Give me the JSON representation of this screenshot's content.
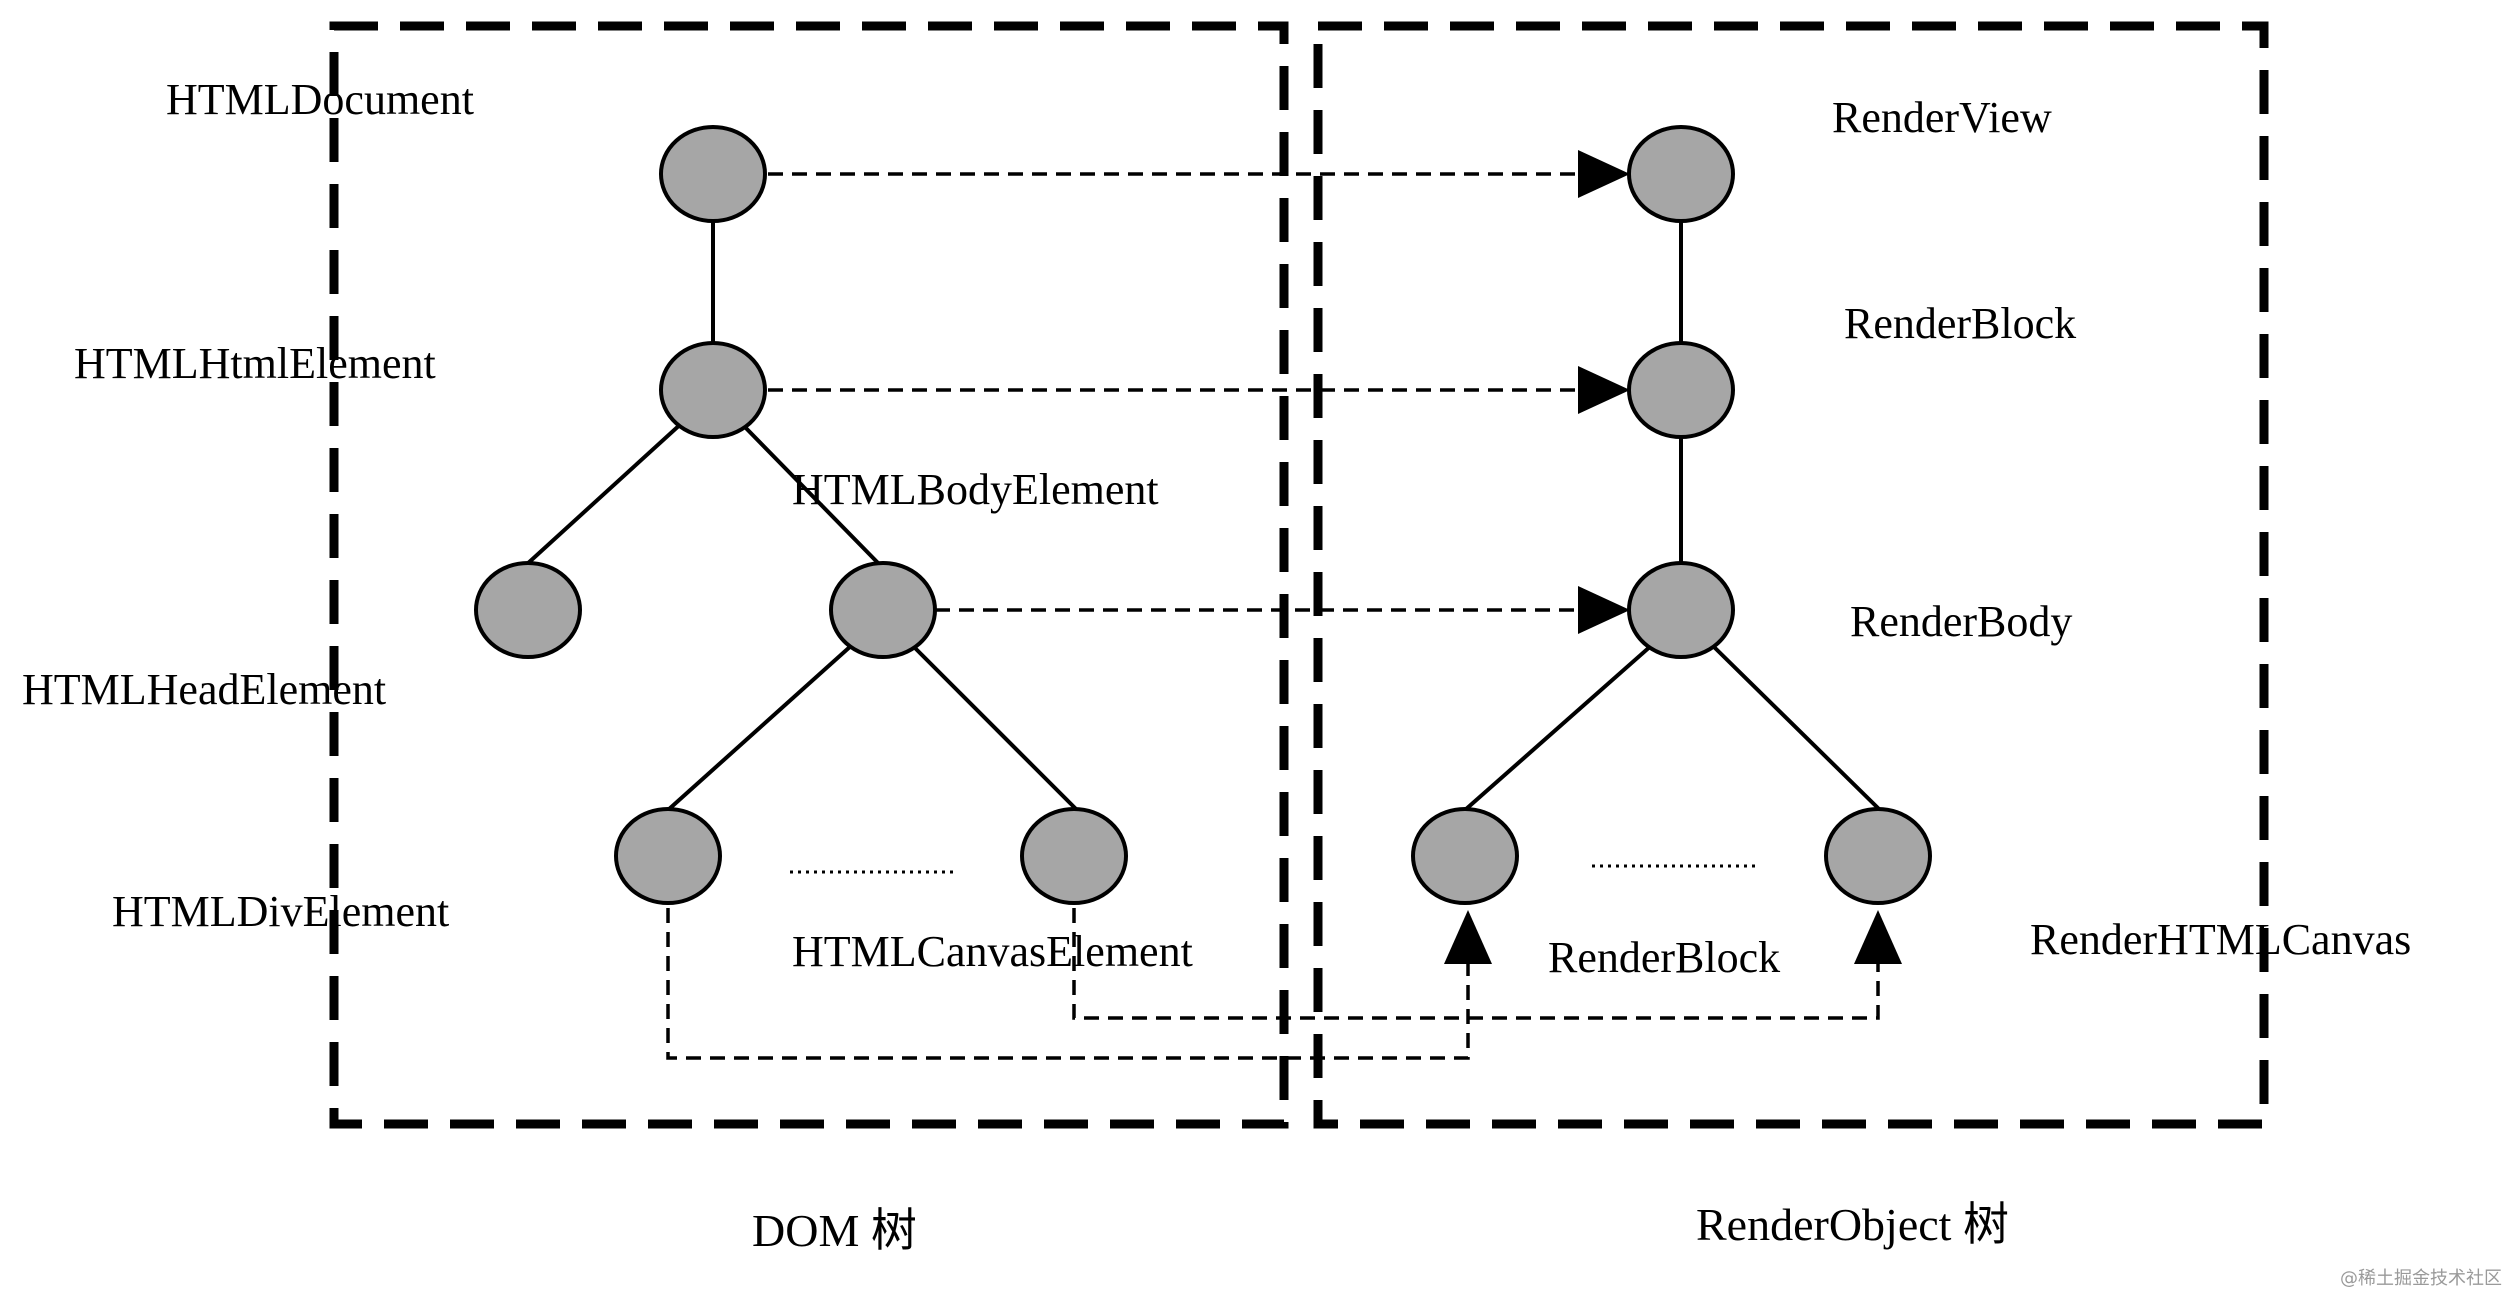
{
  "diagram": {
    "dom_tree": {
      "caption": "DOM 树",
      "labels": {
        "document": "HTMLDocument",
        "html": "HTMLHtmlElement",
        "body": "HTMLBodyElement",
        "head": "HTMLHeadElement",
        "div": "HTMLDivElement",
        "canvas": "HTMLCanvasElement"
      }
    },
    "render_tree": {
      "caption": "RenderObject 树",
      "labels": {
        "view": "RenderView",
        "block": "RenderBlock",
        "body": "RenderBody",
        "block_child": "RenderBlock",
        "canvas": "RenderHTMLCanvas"
      }
    },
    "colors": {
      "node_fill": "#a6a6a6",
      "stroke": "#000000"
    }
  },
  "watermark": "@稀土掘金技术社区"
}
